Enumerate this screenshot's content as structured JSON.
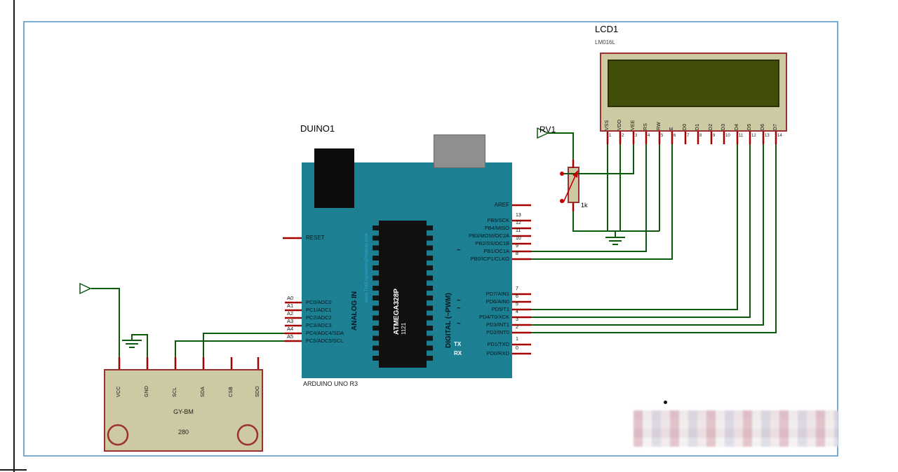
{
  "colors": {
    "board_teal": "#1d7f92",
    "component_beige": "#cdc9a3",
    "component_border_red": "#9b3030",
    "wire_green": "#0b5a0b",
    "pin_red": "#a50000",
    "lcd_screen": "#404e0a",
    "frame_blue": "#79aed2",
    "url_blue": "#28a8e0"
  },
  "lcd": {
    "designator": "LCD1",
    "part_name": "LM016L",
    "pins": [
      {
        "num": "1",
        "name": "VSS"
      },
      {
        "num": "2",
        "name": "VDD"
      },
      {
        "num": "3",
        "name": "VEE"
      },
      {
        "num": "4",
        "name": "RS"
      },
      {
        "num": "5",
        "name": "RW"
      },
      {
        "num": "6",
        "name": "E"
      },
      {
        "num": "7",
        "name": "D0"
      },
      {
        "num": "8",
        "name": "D1"
      },
      {
        "num": "9",
        "name": "D2"
      },
      {
        "num": "10",
        "name": "D3"
      },
      {
        "num": "11",
        "name": "D4"
      },
      {
        "num": "12",
        "name": "D5"
      },
      {
        "num": "13",
        "name": "D6"
      },
      {
        "num": "14",
        "name": "D7"
      }
    ]
  },
  "pot": {
    "designator": "RV1",
    "value": "1k"
  },
  "arduino": {
    "designator": "DUINO1",
    "part_name": "ARDUINO UNO R3",
    "chip_name": "ATMEGA328P",
    "chip_code": "1121",
    "board_url": "www.TheEngineeringProjects.com",
    "analog_section": "ANALOG IN",
    "digital_section": "DIGITAL (~PWM)",
    "reset_label": "RESET",
    "aref_label": "AREF",
    "tx_label": "TX",
    "rx_label": "RX",
    "tilde": "~",
    "left_pins": [
      {
        "outer": "A0",
        "inner": "PC0/ADC0"
      },
      {
        "outer": "A1",
        "inner": "PC1/ADC1"
      },
      {
        "outer": "A2",
        "inner": "PC2/ADC2"
      },
      {
        "outer": "A3",
        "inner": "PC3/ADC3"
      },
      {
        "outer": "A4",
        "inner": "PC4/ADC4/SDA"
      },
      {
        "outer": "A5",
        "inner": "PC5/ADC5/SCL"
      }
    ],
    "right_pins_top": [
      {
        "num": "13",
        "label": "PB5/SCK"
      },
      {
        "num": "12",
        "label": "PB4/MISO"
      },
      {
        "num": "11",
        "label": "PB3/MOSI/OC2A"
      },
      {
        "num": "10",
        "label": "PB2/SS/OC1B"
      },
      {
        "num": "9",
        "label": "PB1/OC1A"
      },
      {
        "num": "8",
        "label": "PB0/ICP1/CLKO"
      }
    ],
    "right_pins_mid": [
      {
        "num": "7",
        "label": "PD7/AIN1"
      },
      {
        "num": "6",
        "label": "PD6/AIN0"
      },
      {
        "num": "5",
        "label": "PD5/T1"
      },
      {
        "num": "4",
        "label": "PD4/T0/XCK"
      },
      {
        "num": "3",
        "label": "PD3/INT1"
      },
      {
        "num": "2",
        "label": "PD2/INT0"
      }
    ],
    "right_pins_serial": [
      {
        "num": "1",
        "label": "PD1/TXD"
      },
      {
        "num": "0",
        "label": "PD0/RXD"
      }
    ]
  },
  "sensor": {
    "name_line1": "GY-BM",
    "name_line2": "280",
    "pins": [
      "VCC",
      "GND",
      "SCL",
      "SDA",
      "CSB",
      "SDO"
    ]
  }
}
